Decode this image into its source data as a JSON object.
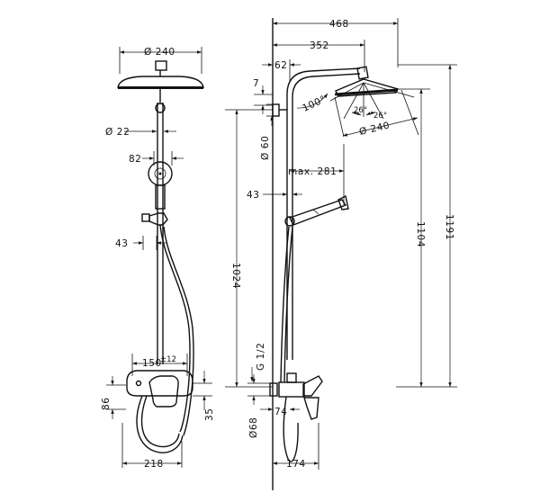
{
  "front_view": {
    "head_diameter": "Ø 240",
    "pipe_diameter": "Ø 22",
    "handshower_offset": "82",
    "holder_offset": "43",
    "mixer_centres": "150",
    "mixer_centres_tolerance": "±12",
    "mixer_depth": "86",
    "mixer_height": "35",
    "overall_width": "218"
  },
  "side_view": {
    "overall_width": "468",
    "arm_reach": "352",
    "wall_offset": "62",
    "bracket_thickness": "7",
    "tilt_angle": "100°",
    "tilt_left": "26°",
    "tilt_right": "26°",
    "head_diameter": "Ø 240",
    "rosette_diameter": "Ø 60",
    "max_reach": "max. 281",
    "pipe_offset": "43",
    "height_bracket": "1024",
    "height_head": "1104",
    "height_total": "1191",
    "connection_thread": "G 1/2",
    "outlet_diameter": "Ø68",
    "outlet_offset": "74",
    "mixer_projection": "174"
  }
}
